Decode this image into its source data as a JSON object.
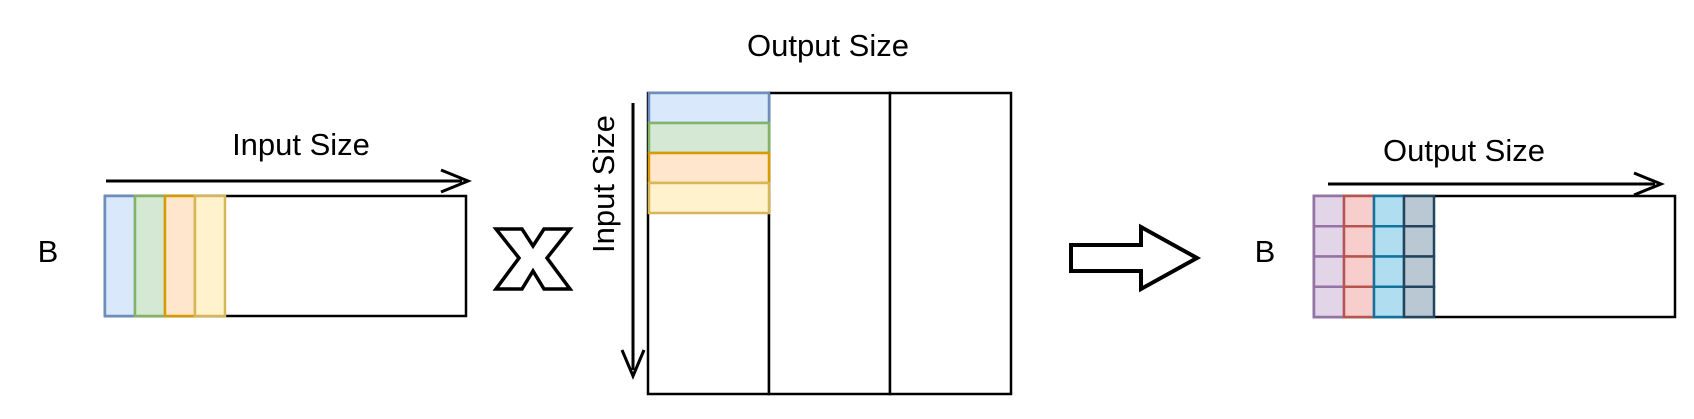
{
  "labels": {
    "left_batch": "B",
    "left_axis": "Input Size",
    "middle_top": "Output Size",
    "middle_side": "Input Size",
    "right_axis": "Output Size",
    "right_batch": "B"
  },
  "colors": {
    "blue_fill": "#dae8fc",
    "blue_stroke": "#6c8ebf",
    "green_fill": "#d5e8d4",
    "green_stroke": "#82b366",
    "orange_fill": "#ffe6cc",
    "orange_stroke": "#d79b00",
    "yellow_fill": "#fff2cc",
    "yellow_stroke": "#d6b656",
    "purple_fill": "#e1d5e7",
    "purple_stroke": "#9673a6",
    "red_fill": "#f8cecc",
    "red_stroke": "#b85450",
    "cyan_fill": "#b1ddf0",
    "cyan_stroke": "#10739e",
    "slate_fill": "#bac8d3",
    "slate_stroke": "#23445d"
  },
  "operators": {
    "multiply": "x-symbol",
    "result": "hollow-right-arrow"
  }
}
